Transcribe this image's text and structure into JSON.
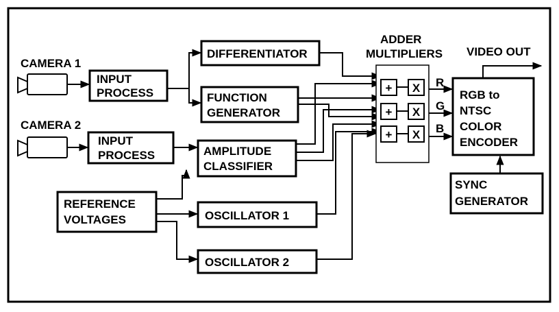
{
  "diagram": {
    "camera1": "CAMERA 1",
    "camera2": "CAMERA 2",
    "input_process_1": [
      "INPUT",
      "PROCESS"
    ],
    "input_process_2": [
      "INPUT",
      "PROCESS"
    ],
    "differentiator": "DIFFERENTIATOR",
    "function_generator": [
      "FUNCTION",
      "GENERATOR"
    ],
    "amplitude_classifier": [
      "AMPLITUDE",
      "CLASSIFIER"
    ],
    "reference_voltages": [
      "REFERENCE",
      "VOLTAGES"
    ],
    "oscillator1": "OSCILLATOR 1",
    "oscillator2": "OSCILLATOR 2",
    "adder_multipliers": [
      "ADDER",
      "MULTIPLIERS"
    ],
    "adder_symbol": "+",
    "multiplier_symbol": "X",
    "channels": [
      "R",
      "G",
      "B"
    ],
    "video_out": "VIDEO OUT",
    "encoder": [
      "RGB to",
      "NTSC",
      "COLOR",
      "ENCODER"
    ],
    "sync_generator": [
      "SYNC",
      "GENERATOR"
    ]
  }
}
